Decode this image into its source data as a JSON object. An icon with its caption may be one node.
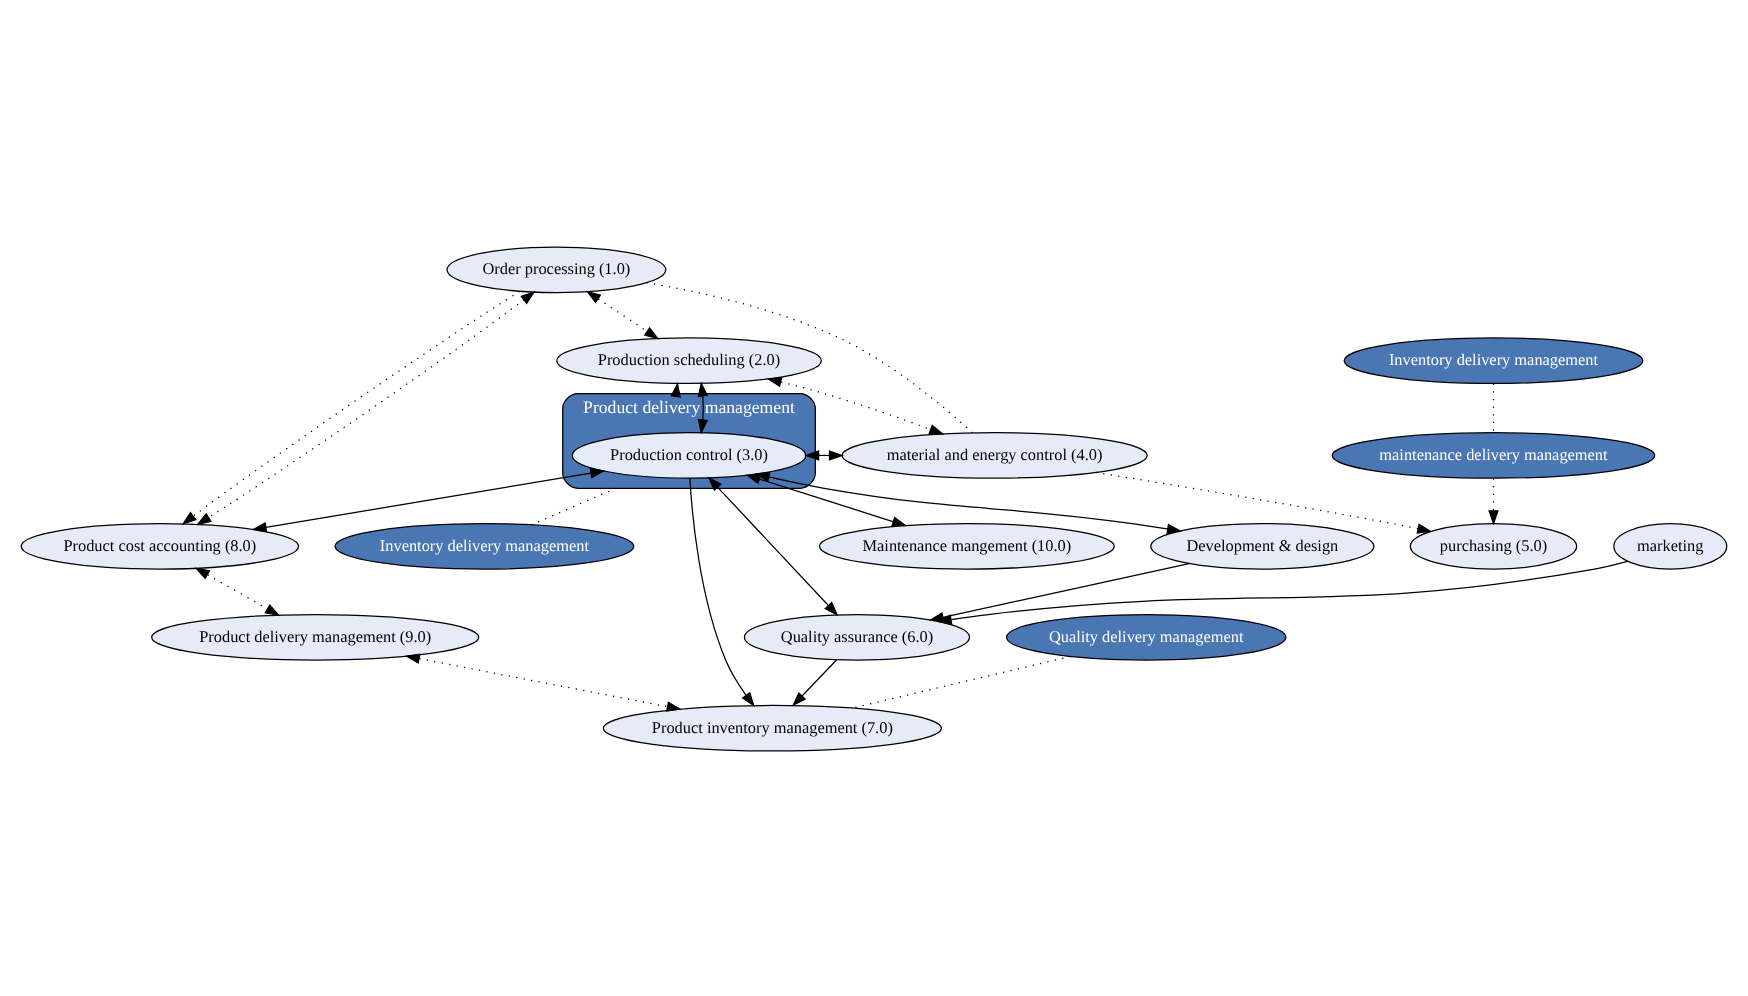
{
  "diagram": {
    "nodes": [
      {
        "text": [
          "Order processing (1.0)"
        ]
      },
      {
        "text": [
          "Product cost accounting (8.0)"
        ]
      },
      {
        "text": [
          "Product delivery management (9.0)"
        ]
      },
      {
        "text": [
          "Production scheduling (2.0)"
        ]
      },
      {
        "text": [
          "Product delivery management"
        ]
      },
      {
        "text": [
          "Production control (3.0)"
        ],
        "in": 4
      },
      {
        "text": [
          "Inventory delivery management"
        ]
      },
      {
        "text": [
          "material and energy control (4.0)"
        ]
      },
      {
        "text": [
          "Product inventory management (7.0)"
        ]
      },
      {
        "text": [
          "Inventory delivery management"
        ]
      },
      {
        "text": [
          "Quality delivery management"
        ]
      },
      {
        "text": [
          "maintenance delivery management"
        ]
      },
      {
        "text": [
          "purchasing (5.0)"
        ]
      },
      {
        "text": [
          "Quality assurance (6.0)"
        ]
      },
      {
        "text": [
          "Maintenance mangement (10.0)"
        ]
      },
      {
        "text": [
          "marketing"
        ]
      },
      {
        "text": [
          "Development & design"
        ]
      }
    ],
    "edges": [
      {
        "from": 0,
        "to": 1,
        "arrow": "to",
        "style": "dashed"
      },
      {
        "from": 0,
        "to": 1,
        "arrow": "both",
        "style": "dashed"
      },
      {
        "from": 1,
        "to": 2,
        "arrow": "both",
        "style": "dashed"
      },
      {
        "from": 2,
        "to": 8,
        "arrow": "both",
        "style": "dashed"
      },
      {
        "from": 0,
        "to": 3,
        "arrow": "both",
        "style": "dashed"
      },
      {
        "from": 4,
        "to": 3,
        "arrow": "to",
        "style": "dashed"
      },
      {
        "from": 3,
        "to": 5,
        "arrow": "both"
      },
      {
        "from": 3,
        "to": 7,
        "arrow": "both",
        "style": "dashed"
      },
      {
        "from": 7,
        "to": 0,
        "arrow": "none",
        "style": "dashed"
      },
      {
        "from": 7,
        "to": 5,
        "arrow": "both"
      },
      {
        "from": 5,
        "to": 1,
        "arrow": "both"
      },
      {
        "from": 4,
        "to": 6,
        "arrow": "none",
        "style": "dashed"
      },
      {
        "from": 5,
        "to": 8,
        "arrow": "to"
      },
      {
        "from": 7,
        "to": 12,
        "arrow": "to",
        "style": "dashed"
      },
      {
        "from": 9,
        "to": 11,
        "arrow": "none",
        "style": "dashed"
      },
      {
        "from": 11,
        "to": 12,
        "arrow": "to",
        "style": "dashed"
      },
      {
        "from": 5,
        "to": 14,
        "arrow": "both"
      },
      {
        "from": 5,
        "to": 16,
        "arrow": "both"
      },
      {
        "from": 5,
        "to": 13,
        "arrow": "both"
      },
      {
        "from": 10,
        "to": 8,
        "arrow": "none",
        "style": "dashed"
      },
      {
        "from": 13,
        "to": 8,
        "arrow": "to"
      },
      {
        "from": 15,
        "to": 13,
        "arrow": "to"
      },
      {
        "from": 16,
        "to": 13,
        "arrow": "to"
      }
    ]
  }
}
